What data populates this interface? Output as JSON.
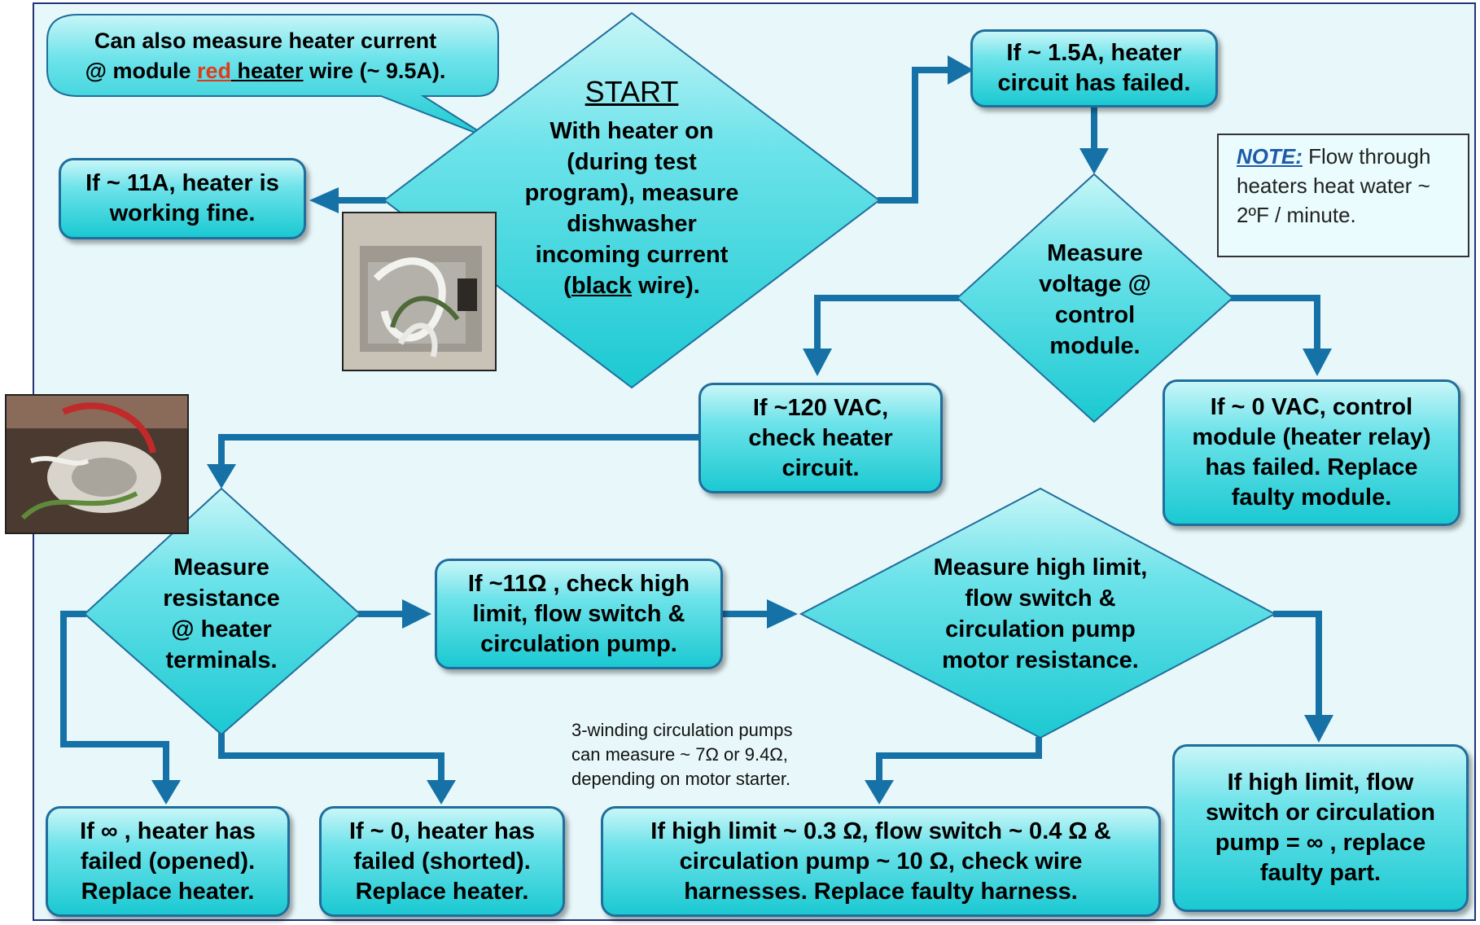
{
  "colors": {
    "fill": "#1bc9d2",
    "border": "#1f6e9c",
    "arrow": "#1672a6",
    "panel": "#e8f8fa",
    "accent_red": "#e23a19",
    "note_head": "#1e5aa8"
  },
  "callout": {
    "line1": "Can also measure heater current",
    "line2_prefix": "@ module ",
    "line2_red": "red",
    "line2_heater": " heater",
    "line2_suffix": " wire (~ 9.5A)."
  },
  "start": {
    "title": "START",
    "line1": "With heater on",
    "line2": "(during test",
    "line3": "program), measure",
    "line4": "dishwasher",
    "line5": "incoming current",
    "line6_open": "(",
    "line6_u": "black",
    "line6_close": " wire)."
  },
  "nodes": {
    "working_fine": {
      "line1": "If ~ 11A, heater is",
      "line2": "working fine."
    },
    "circuit_failed": {
      "line1": "If ~ 1.5A, heater",
      "line2": "circuit has failed."
    },
    "measure_voltage": {
      "line1": "Measure",
      "line2": "voltage @",
      "line3": "control",
      "line4": "module."
    },
    "vac120": {
      "line1": "If ~120 VAC,",
      "line2": "check heater",
      "line3": "circuit."
    },
    "vac0": {
      "line1": "If ~ 0 VAC, control",
      "line2": "module (heater relay)",
      "line3": "has failed.  Replace",
      "line4": "faulty module."
    },
    "measure_resistance": {
      "line1": "Measure",
      "line2": "resistance",
      "line3": "@ heater",
      "line4": "terminals."
    },
    "ohm11": {
      "line1": "If ~11Ω , check high",
      "line2": "limit, flow switch &",
      "line3": "circulation pump."
    },
    "measure_high_limit": {
      "line1": "Measure high limit,",
      "line2": "flow switch &",
      "line3": "circulation pump",
      "line4": "motor resistance."
    },
    "open": {
      "line1": "If ∞ , heater has",
      "line2": "failed (opened).",
      "line3": "Replace heater."
    },
    "shorted": {
      "line1": "If ~ 0, heater has",
      "line2": "failed (shorted).",
      "line3": "Replace heater."
    },
    "harness": {
      "line1": "If high limit ~ 0.3 Ω, flow switch ~ 0.4 Ω  &",
      "line2": "circulation pump ~ 10 Ω, check wire",
      "line3": "harnesses.  Replace faulty harness."
    },
    "faulty_part": {
      "line1": "If high limit, flow",
      "line2": "switch or circulation",
      "line3": "pump = ∞ , replace",
      "line4": "faulty part."
    }
  },
  "note": {
    "head": "NOTE:",
    "line1": " Flow through",
    "line2": "heaters heat water ~",
    "line3": "2ºF / minute."
  },
  "footnote": {
    "line1": "3-winding  circulation  pumps",
    "line2": "can  measure  ~  7Ω  or  9.4Ω,",
    "line3": "depending on motor starter."
  }
}
